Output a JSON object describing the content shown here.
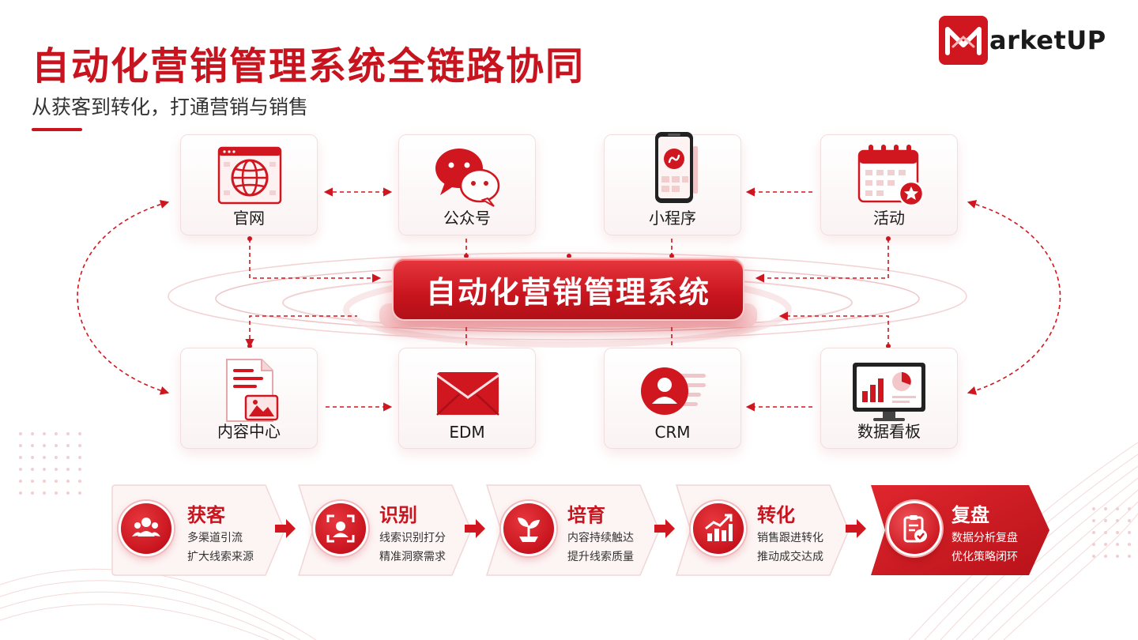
{
  "header": {
    "title": "自动化营销管理系统全链路协同",
    "subtitle": "从获客到转化，打通营销与销售"
  },
  "logo": {
    "text": "arketUP",
    "mark_letter": "M",
    "color": "#d0161f"
  },
  "colors": {
    "primary": "#c8141e",
    "light": "#fbeaea",
    "dark_text": "#1a1a1a"
  },
  "center": {
    "label": "自动化营销管理系统"
  },
  "channels": [
    {
      "label": "官网",
      "icon": "globe-browser-icon"
    },
    {
      "label": "公众号",
      "icon": "wechat-icon"
    },
    {
      "label": "小程序",
      "icon": "mini-program-phone-icon"
    },
    {
      "label": "活动",
      "icon": "calendar-star-icon"
    },
    {
      "label": "内容中心",
      "icon": "document-image-icon"
    },
    {
      "label": "EDM",
      "icon": "envelope-icon"
    },
    {
      "label": "CRM",
      "icon": "customer-profile-icon"
    },
    {
      "label": "数据看板",
      "icon": "monitor-chart-icon"
    }
  ],
  "stages": [
    {
      "title": "获客",
      "lines": [
        "多渠道引流",
        "扩大线索来源"
      ],
      "icon": "users-icon"
    },
    {
      "title": "识别",
      "lines": [
        "线索识别打分",
        "精准洞察需求"
      ],
      "icon": "face-scan-icon"
    },
    {
      "title": "培育",
      "lines": [
        "内容持续触达",
        "提升线索质量"
      ],
      "icon": "sprout-icon"
    },
    {
      "title": "转化",
      "lines": [
        "销售跟进转化",
        "推动成交达成"
      ],
      "icon": "growth-chart-icon"
    },
    {
      "title": "复盘",
      "lines": [
        "数据分析复盘",
        "优化策略闭环"
      ],
      "icon": "clipboard-check-icon"
    }
  ]
}
